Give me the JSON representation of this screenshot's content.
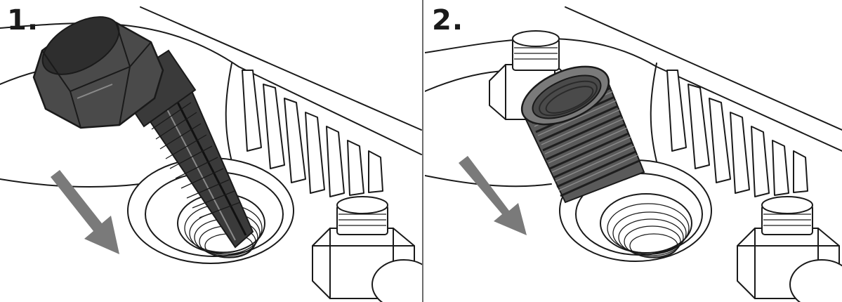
{
  "steps": [
    {
      "label": "1."
    },
    {
      "label": "2."
    }
  ],
  "colors": {
    "tool_dark": "#3a3a3a",
    "tool_mid": "#5a5a5a",
    "arrow_gray": "#7a7a7a",
    "line": "#1a1a1a"
  },
  "icons": [
    "thread-extractor-tool",
    "thread-insert",
    "direction-arrow",
    "hex-bolt",
    "threaded-hole"
  ]
}
